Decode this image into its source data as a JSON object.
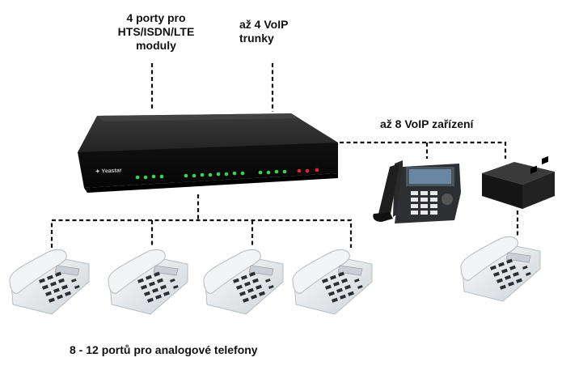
{
  "labels": {
    "ports": [
      "4 porty pro",
      "HTS/ISDN/LTE",
      "moduly"
    ],
    "voip_trunks": [
      "až 4 VoIP",
      "trunky"
    ],
    "voip_devices": "až 8 VoIP zařízení",
    "analog_ports": "8 - 12 portů pro analogové telefony"
  },
  "device": {
    "brand": "Yeastar"
  },
  "colors": {
    "led_green": "#37d64a",
    "led_red": "#e0262a",
    "device_body": "#1c1c1c",
    "phone_body": "#e9ebee",
    "keypad": "#2b2e33"
  },
  "icons": [
    "pbx-device-icon",
    "ip-phone-icon",
    "poe-injector-icon",
    "analog-phone-icon"
  ]
}
